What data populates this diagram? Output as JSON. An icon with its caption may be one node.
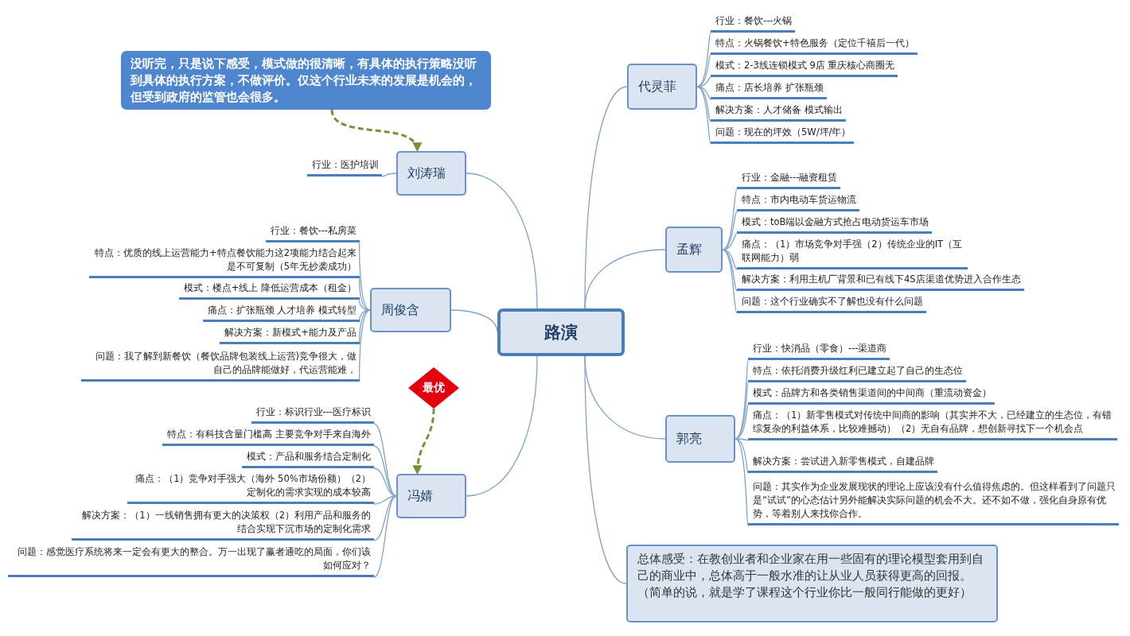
{
  "diagram": {
    "nodes": [
      {
        "text": [
          "路演"
        ]
      },
      {
        "text": [
          "没听完，只是说下感受，模式做的很清晰，有具体的执行策略没听到具体的执行方案，不做评价。仅这个行业未来的发展是机会的，但受到政府的监管也会很多。"
        ]
      },
      {
        "text": [
          "刘涛瑞"
        ]
      },
      {
        "text": [
          "行业：医护培训"
        ]
      },
      {
        "text": [
          "周俊含"
        ]
      },
      {
        "text": [
          "行业：餐饮---私房菜"
        ]
      },
      {
        "text": [
          "特点：优质的线上运营能力+特点餐饮能力这2项能力结合起来是不可复制（5年无抄袭成功）"
        ]
      },
      {
        "text": [
          "模式：楼点+线上 降低运营成本（租金）"
        ]
      },
      {
        "text": [
          "痛点：扩张瓶颈 人才培养 模式转型"
        ]
      },
      {
        "text": [
          "解决方案：新模式+能力及产品"
        ]
      },
      {
        "text": [
          "问题：我了解到新餐饮（餐饮品牌包装线上运营)竞争很大，做自己的品牌能做好，代运营能难，"
        ]
      },
      {
        "text": [
          "最优"
        ]
      },
      {
        "text": [
          "冯婧"
        ]
      },
      {
        "text": [
          "行业：标识行业---医疗标识"
        ]
      },
      {
        "text": [
          "特点：有科技含量门槛高 主要竞争对手来自海外"
        ]
      },
      {
        "text": [
          "模式：产品和服务结合定制化"
        ]
      },
      {
        "text": [
          "痛点：（1）竞争对手强大（海外 50%市场份额）（2）定制化的需求实现的成本较高"
        ]
      },
      {
        "text": [
          "解决方案：（1）一线销售拥有更大的决策权（2）利用产品和服务的结合实现下沉市场的定制化需求"
        ]
      },
      {
        "text": [
          "问题：感觉医疗系统将来一定会有更大的整合。万一出现了赢者通吃的局面，你们该如何应对？"
        ]
      },
      {
        "text": [
          "代灵菲"
        ]
      },
      {
        "text": [
          "行业：餐饮---火锅"
        ]
      },
      {
        "text": [
          "特点：火锅餐饮+特色服务（定位千禧后一代）"
        ]
      },
      {
        "text": [
          "模式：2-3线连锁模式 9店 重庆核心商圈无"
        ]
      },
      {
        "text": [
          "痛点：店长培养 扩张瓶颈"
        ]
      },
      {
        "text": [
          "解决方案：人才储备 模式输出"
        ]
      },
      {
        "text": [
          "问题：现在的坪效（5W/坪/年）"
        ]
      },
      {
        "text": [
          "孟辉"
        ]
      },
      {
        "text": [
          "行业：金融---融资租赁"
        ]
      },
      {
        "text": [
          "特点：市内电动车货运物流"
        ]
      },
      {
        "text": [
          "模式：toB端以金融方式抢占电动货运车市场"
        ]
      },
      {
        "text": [
          "痛点：（1）市场竞争对手强（2）传统企业的IT（互联网能力）弱"
        ]
      },
      {
        "text": [
          "解决方案：利用主机厂背景和已有线下4S店渠道优势进入合作生态"
        ]
      },
      {
        "text": [
          "问题：这个行业确实不了解也没有什么问题"
        ]
      },
      {
        "text": [
          "郭亮"
        ]
      },
      {
        "text": [
          "行业：快消品（零食）---渠道商"
        ]
      },
      {
        "text": [
          "特点：依托消费升级红利已建立起了自己的生态位"
        ]
      },
      {
        "text": [
          "模式：品牌方和各类销售渠道间的中间商（重流动资金）"
        ]
      },
      {
        "text": [
          "痛点：（1）新零售模式对传统中间商的影响（其实并不大，已经建立的生态位，有错综复杂的利益体系，比较难撼动）（2）无自有品牌，想创新寻找下一个机会点"
        ]
      },
      {
        "text": [
          "解决方案：尝试进入新零售模式，自建品牌"
        ]
      },
      {
        "text": [
          "问题：其实作为企业发展现状的理论上应该没有什么值得焦虑的。但这样看到了问题只是“试试”的心态估计另外能解决实际问题的机会不大。还不如不做，强化自身原有优势，等着别人来找你合作。"
        ]
      },
      {
        "text": [
          "总体感受：在教创业者和企业家在用一些固有的理论模型套用到自己的商业中，总体高于一般水准的让从业人员获得更高的回报。（简单的说，就是学了课程这个行业你比一般同行能做的更好）"
        ]
      }
    ],
    "edges": [
      {
        "from": 0,
        "to": 2,
        "arrow": "none"
      },
      {
        "from": 0,
        "to": 4,
        "arrow": "none"
      },
      {
        "from": 0,
        "to": 12,
        "arrow": "none"
      },
      {
        "from": 0,
        "to": 19,
        "arrow": "none"
      },
      {
        "from": 0,
        "to": 26,
        "arrow": "none"
      },
      {
        "from": 0,
        "to": 33,
        "arrow": "none"
      },
      {
        "from": 0,
        "to": 40,
        "arrow": "none"
      },
      {
        "from": 1,
        "to": 2,
        "arrow": "to",
        "style": "dashed",
        "color": "#76923c"
      },
      {
        "from": 11,
        "to": 12,
        "arrow": "to",
        "style": "dashed",
        "color": "#76923c"
      },
      {
        "from": 2,
        "to": 3,
        "arrow": "none"
      },
      {
        "from": 4,
        "to": 5,
        "arrow": "none"
      },
      {
        "from": 4,
        "to": 6,
        "arrow": "none"
      },
      {
        "from": 4,
        "to": 7,
        "arrow": "none"
      },
      {
        "from": 4,
        "to": 8,
        "arrow": "none"
      },
      {
        "from": 4,
        "to": 9,
        "arrow": "none"
      },
      {
        "from": 4,
        "to": 10,
        "arrow": "none"
      },
      {
        "from": 12,
        "to": 13,
        "arrow": "none"
      },
      {
        "from": 12,
        "to": 14,
        "arrow": "none"
      },
      {
        "from": 12,
        "to": 15,
        "arrow": "none"
      },
      {
        "from": 12,
        "to": 16,
        "arrow": "none"
      },
      {
        "from": 12,
        "to": 17,
        "arrow": "none"
      },
      {
        "from": 12,
        "to": 18,
        "arrow": "none"
      },
      {
        "from": 19,
        "to": 20,
        "arrow": "none"
      },
      {
        "from": 19,
        "to": 21,
        "arrow": "none"
      },
      {
        "from": 19,
        "to": 22,
        "arrow": "none"
      },
      {
        "from": 19,
        "to": 23,
        "arrow": "none"
      },
      {
        "from": 19,
        "to": 24,
        "arrow": "none"
      },
      {
        "from": 19,
        "to": 25,
        "arrow": "none"
      },
      {
        "from": 26,
        "to": 27,
        "arrow": "none"
      },
      {
        "from": 26,
        "to": 28,
        "arrow": "none"
      },
      {
        "from": 26,
        "to": 29,
        "arrow": "none"
      },
      {
        "from": 26,
        "to": 30,
        "arrow": "none"
      },
      {
        "from": 26,
        "to": 31,
        "arrow": "none"
      },
      {
        "from": 26,
        "to": 32,
        "arrow": "none"
      },
      {
        "from": 33,
        "to": 34,
        "arrow": "none"
      },
      {
        "from": 33,
        "to": 35,
        "arrow": "none"
      },
      {
        "from": 33,
        "to": 36,
        "arrow": "none"
      },
      {
        "from": 33,
        "to": 37,
        "arrow": "none"
      },
      {
        "from": 33,
        "to": 38,
        "arrow": "none"
      },
      {
        "from": 33,
        "to": 39,
        "arrow": "none"
      }
    ]
  }
}
